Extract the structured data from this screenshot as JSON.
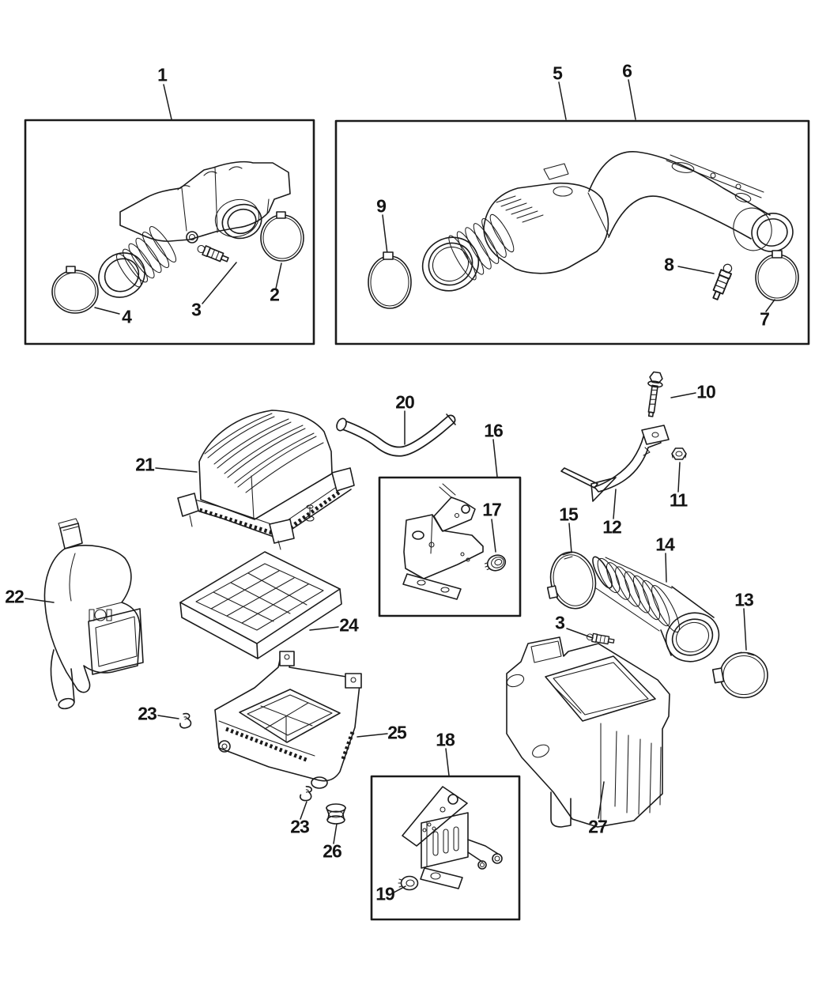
{
  "colors": {
    "background": "#ffffff",
    "line": "#1b1b1b"
  },
  "callouts": [
    {
      "label": "1"
    },
    {
      "label": "2"
    },
    {
      "label": "3"
    },
    {
      "label": "4"
    },
    {
      "label": "5"
    },
    {
      "label": "6"
    },
    {
      "label": "7"
    },
    {
      "label": "8"
    },
    {
      "label": "9"
    },
    {
      "label": "10"
    },
    {
      "label": "11"
    },
    {
      "label": "12"
    },
    {
      "label": "13"
    },
    {
      "label": "14"
    },
    {
      "label": "15"
    },
    {
      "label": "16"
    },
    {
      "label": "17"
    },
    {
      "label": "18"
    },
    {
      "label": "19"
    },
    {
      "label": "20"
    },
    {
      "label": "21"
    },
    {
      "label": "22"
    },
    {
      "label": "23"
    },
    {
      "label": "23"
    },
    {
      "label": "24"
    },
    {
      "label": "25"
    },
    {
      "label": "26"
    },
    {
      "label": "27"
    },
    {
      "label": "3"
    }
  ]
}
